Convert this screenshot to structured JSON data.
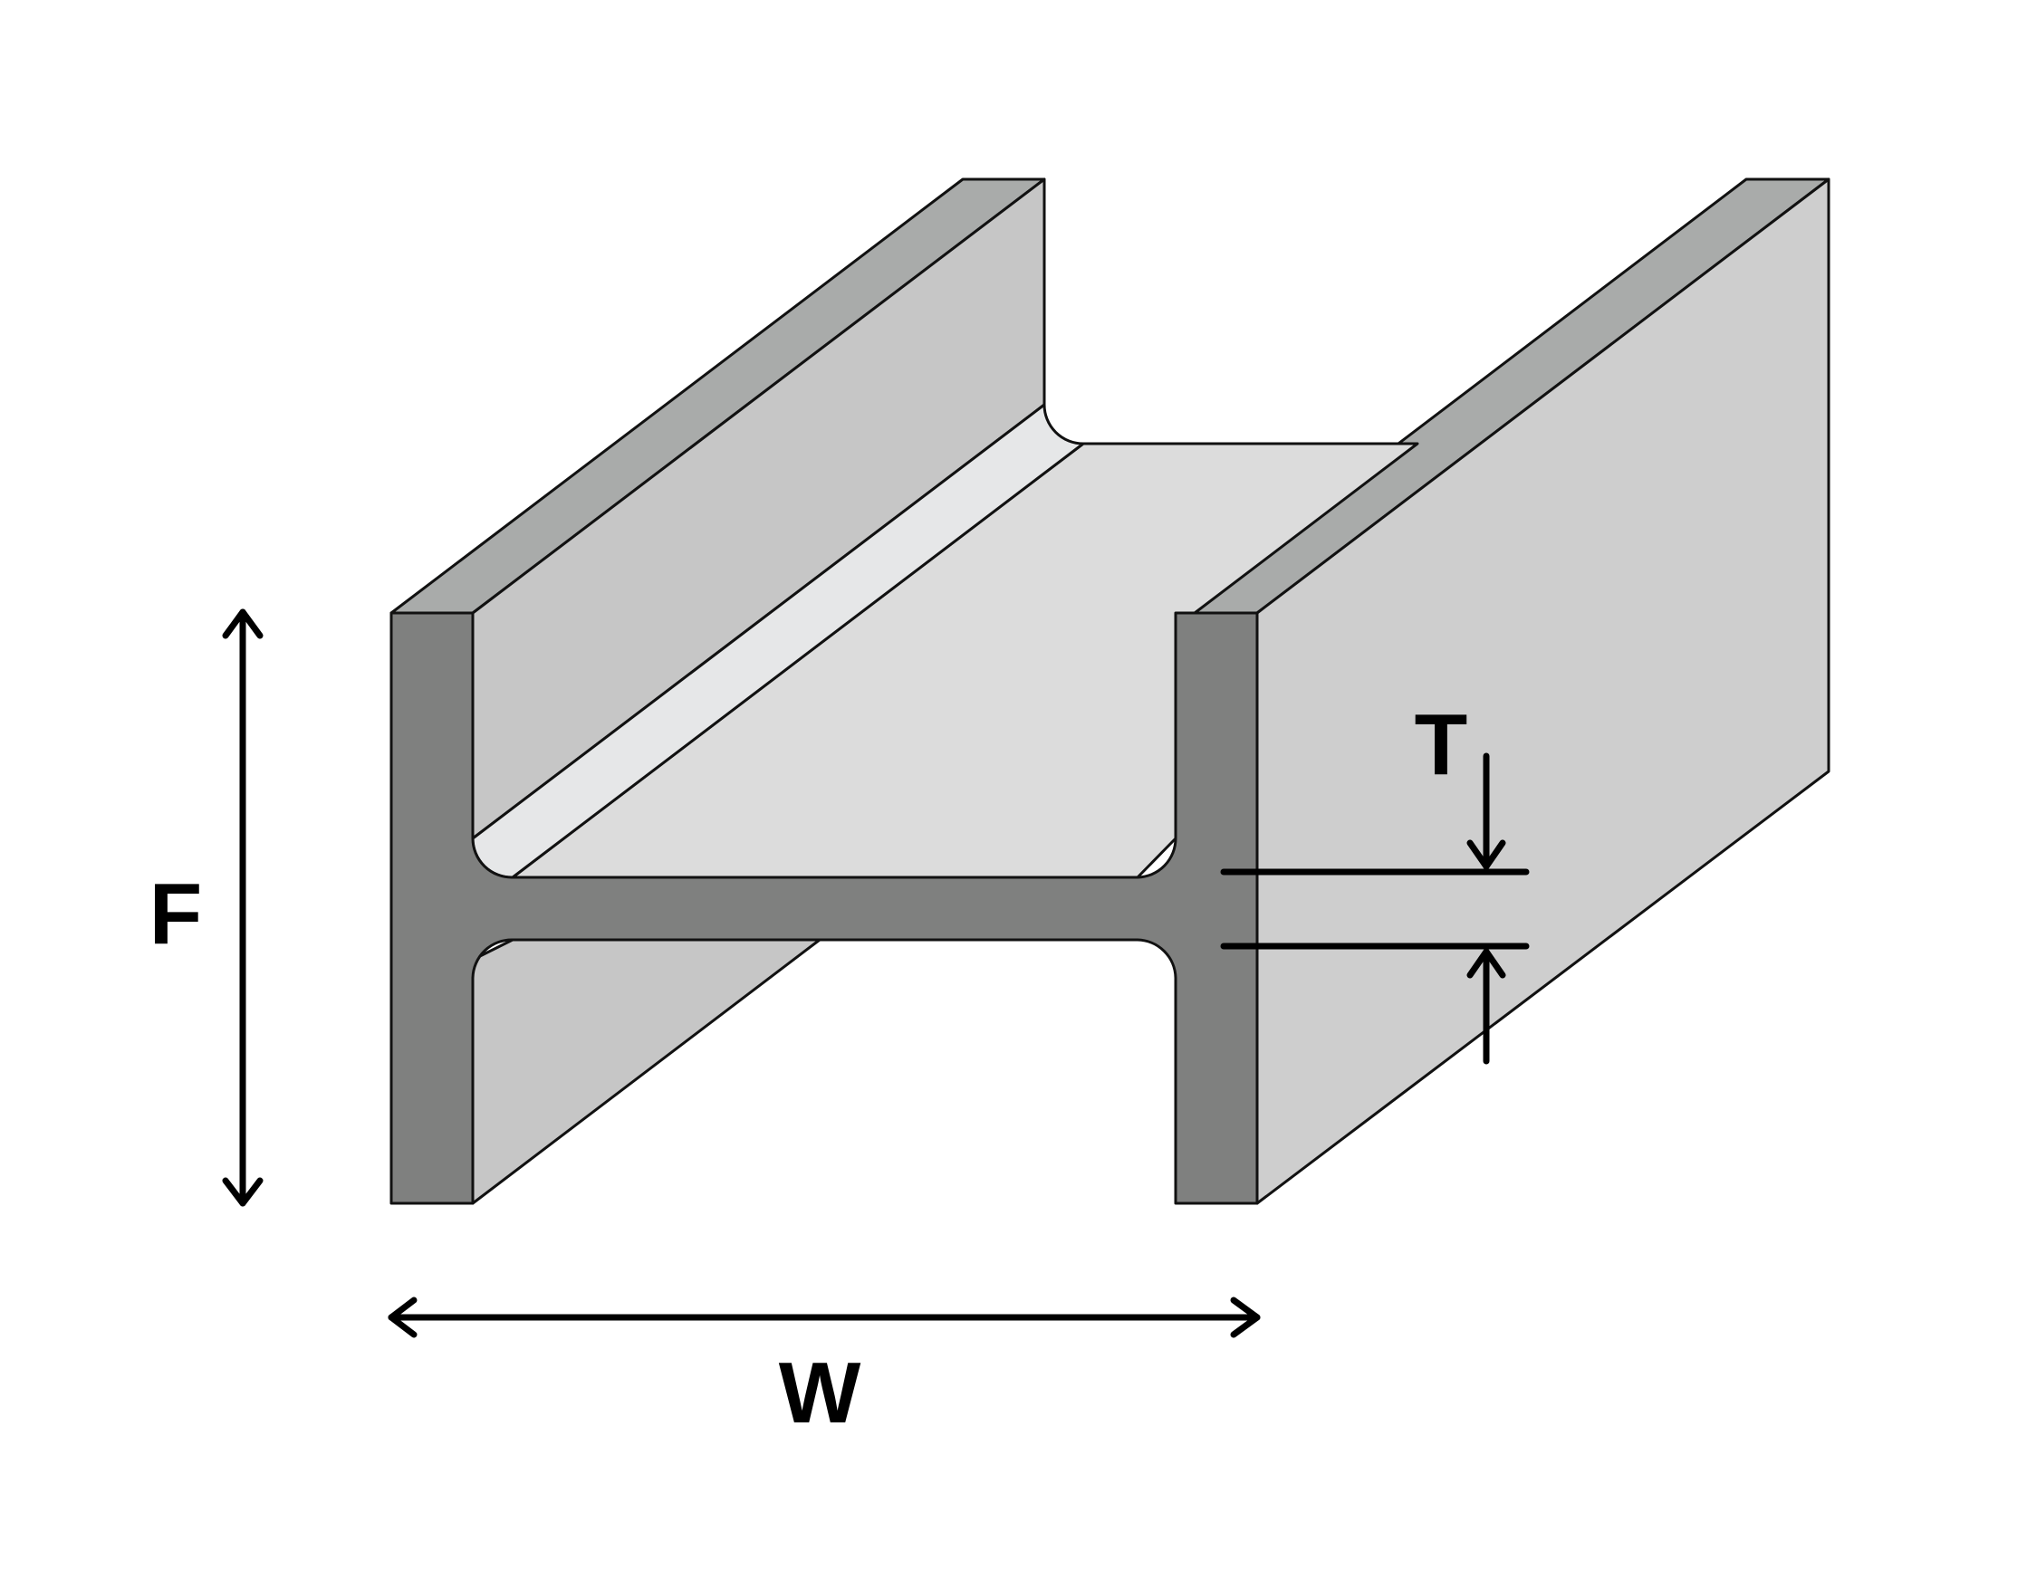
{
  "diagram": {
    "labels": {
      "flange_height": "F",
      "width": "W",
      "web_thickness": "T"
    },
    "colors": {
      "section_face": "#7f807f",
      "flange_top_edge": "#a9abaa",
      "flange_inner_face": "#c6c6c6",
      "web_top_surface": "#dcdcdc",
      "fillet_highlight": "#e6e7e8",
      "right_flange_outer_face": "#cecece",
      "outline": "#111111",
      "dimension_lines": "#000000"
    }
  }
}
